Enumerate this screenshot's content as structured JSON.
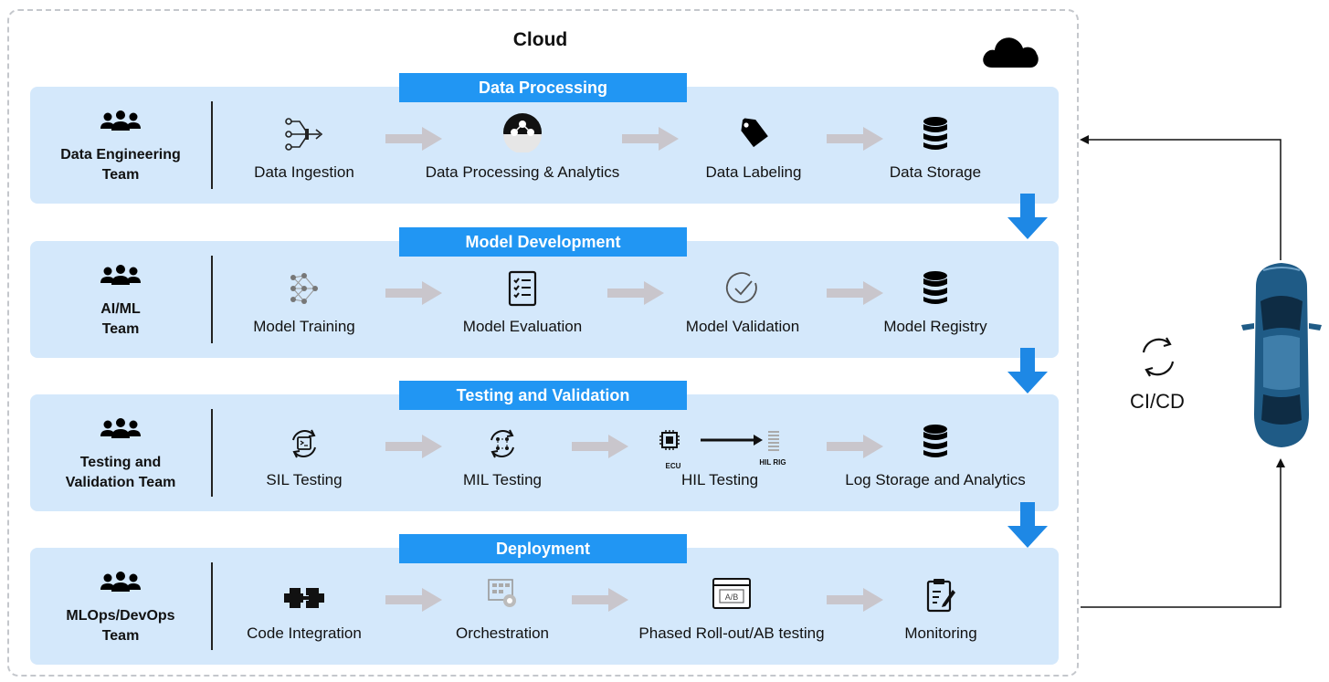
{
  "cloud": {
    "title": "Cloud"
  },
  "stages": [
    {
      "title": "Data Processing",
      "team": "Data Engineering\nTeam",
      "steps": [
        "Data Ingestion",
        "Data Processing & Analytics",
        "Data Labeling",
        "Data Storage"
      ]
    },
    {
      "title": "Model Development",
      "team": "AI/ML\nTeam",
      "steps": [
        "Model Training",
        "Model Evaluation",
        "Model Validation",
        "Model Registry"
      ]
    },
    {
      "title": "Testing and Validation",
      "team": "Testing and\nValidation Team",
      "steps": [
        "SIL Testing",
        "MIL Testing",
        "HIL Testing",
        "Log Storage and Analytics"
      ],
      "hil": {
        "ecu_label": "ECU",
        "rig_label": "HIL RIG"
      }
    },
    {
      "title": "Deployment",
      "team": "MLOps/DevOps\nTeam",
      "steps": [
        "Code Integration",
        "Orchestration",
        "Phased Roll-out/AB testing",
        "Monitoring"
      ]
    }
  ],
  "cicd": {
    "label": "CI/CD"
  },
  "icons": {
    "team": "team-icon",
    "cloud": "cloud-icon",
    "car": "car-icon",
    "cicd": "refresh-cycle-icon",
    "steps": [
      [
        "funnel-merge-icon",
        "analytics-lens-icon",
        "tag-icon",
        "database-icon"
      ],
      [
        "neural-network-icon",
        "checklist-icon",
        "check-circle-icon",
        "database-icon"
      ],
      [
        "sil-cycle-icon",
        "mil-cycle-icon",
        "ecu-chip-icon",
        "database-icon"
      ],
      [
        "puzzle-integration-icon",
        "orchestration-icon",
        "ab-test-window-icon",
        "clipboard-edit-icon"
      ]
    ]
  },
  "colors": {
    "stage_bg": "#d4e8fb",
    "stage_title_bg": "#2196f3",
    "flow_arrow": "#c9c6cc",
    "down_arrow": "#1e88e5",
    "car_body": "#1f5b86"
  }
}
